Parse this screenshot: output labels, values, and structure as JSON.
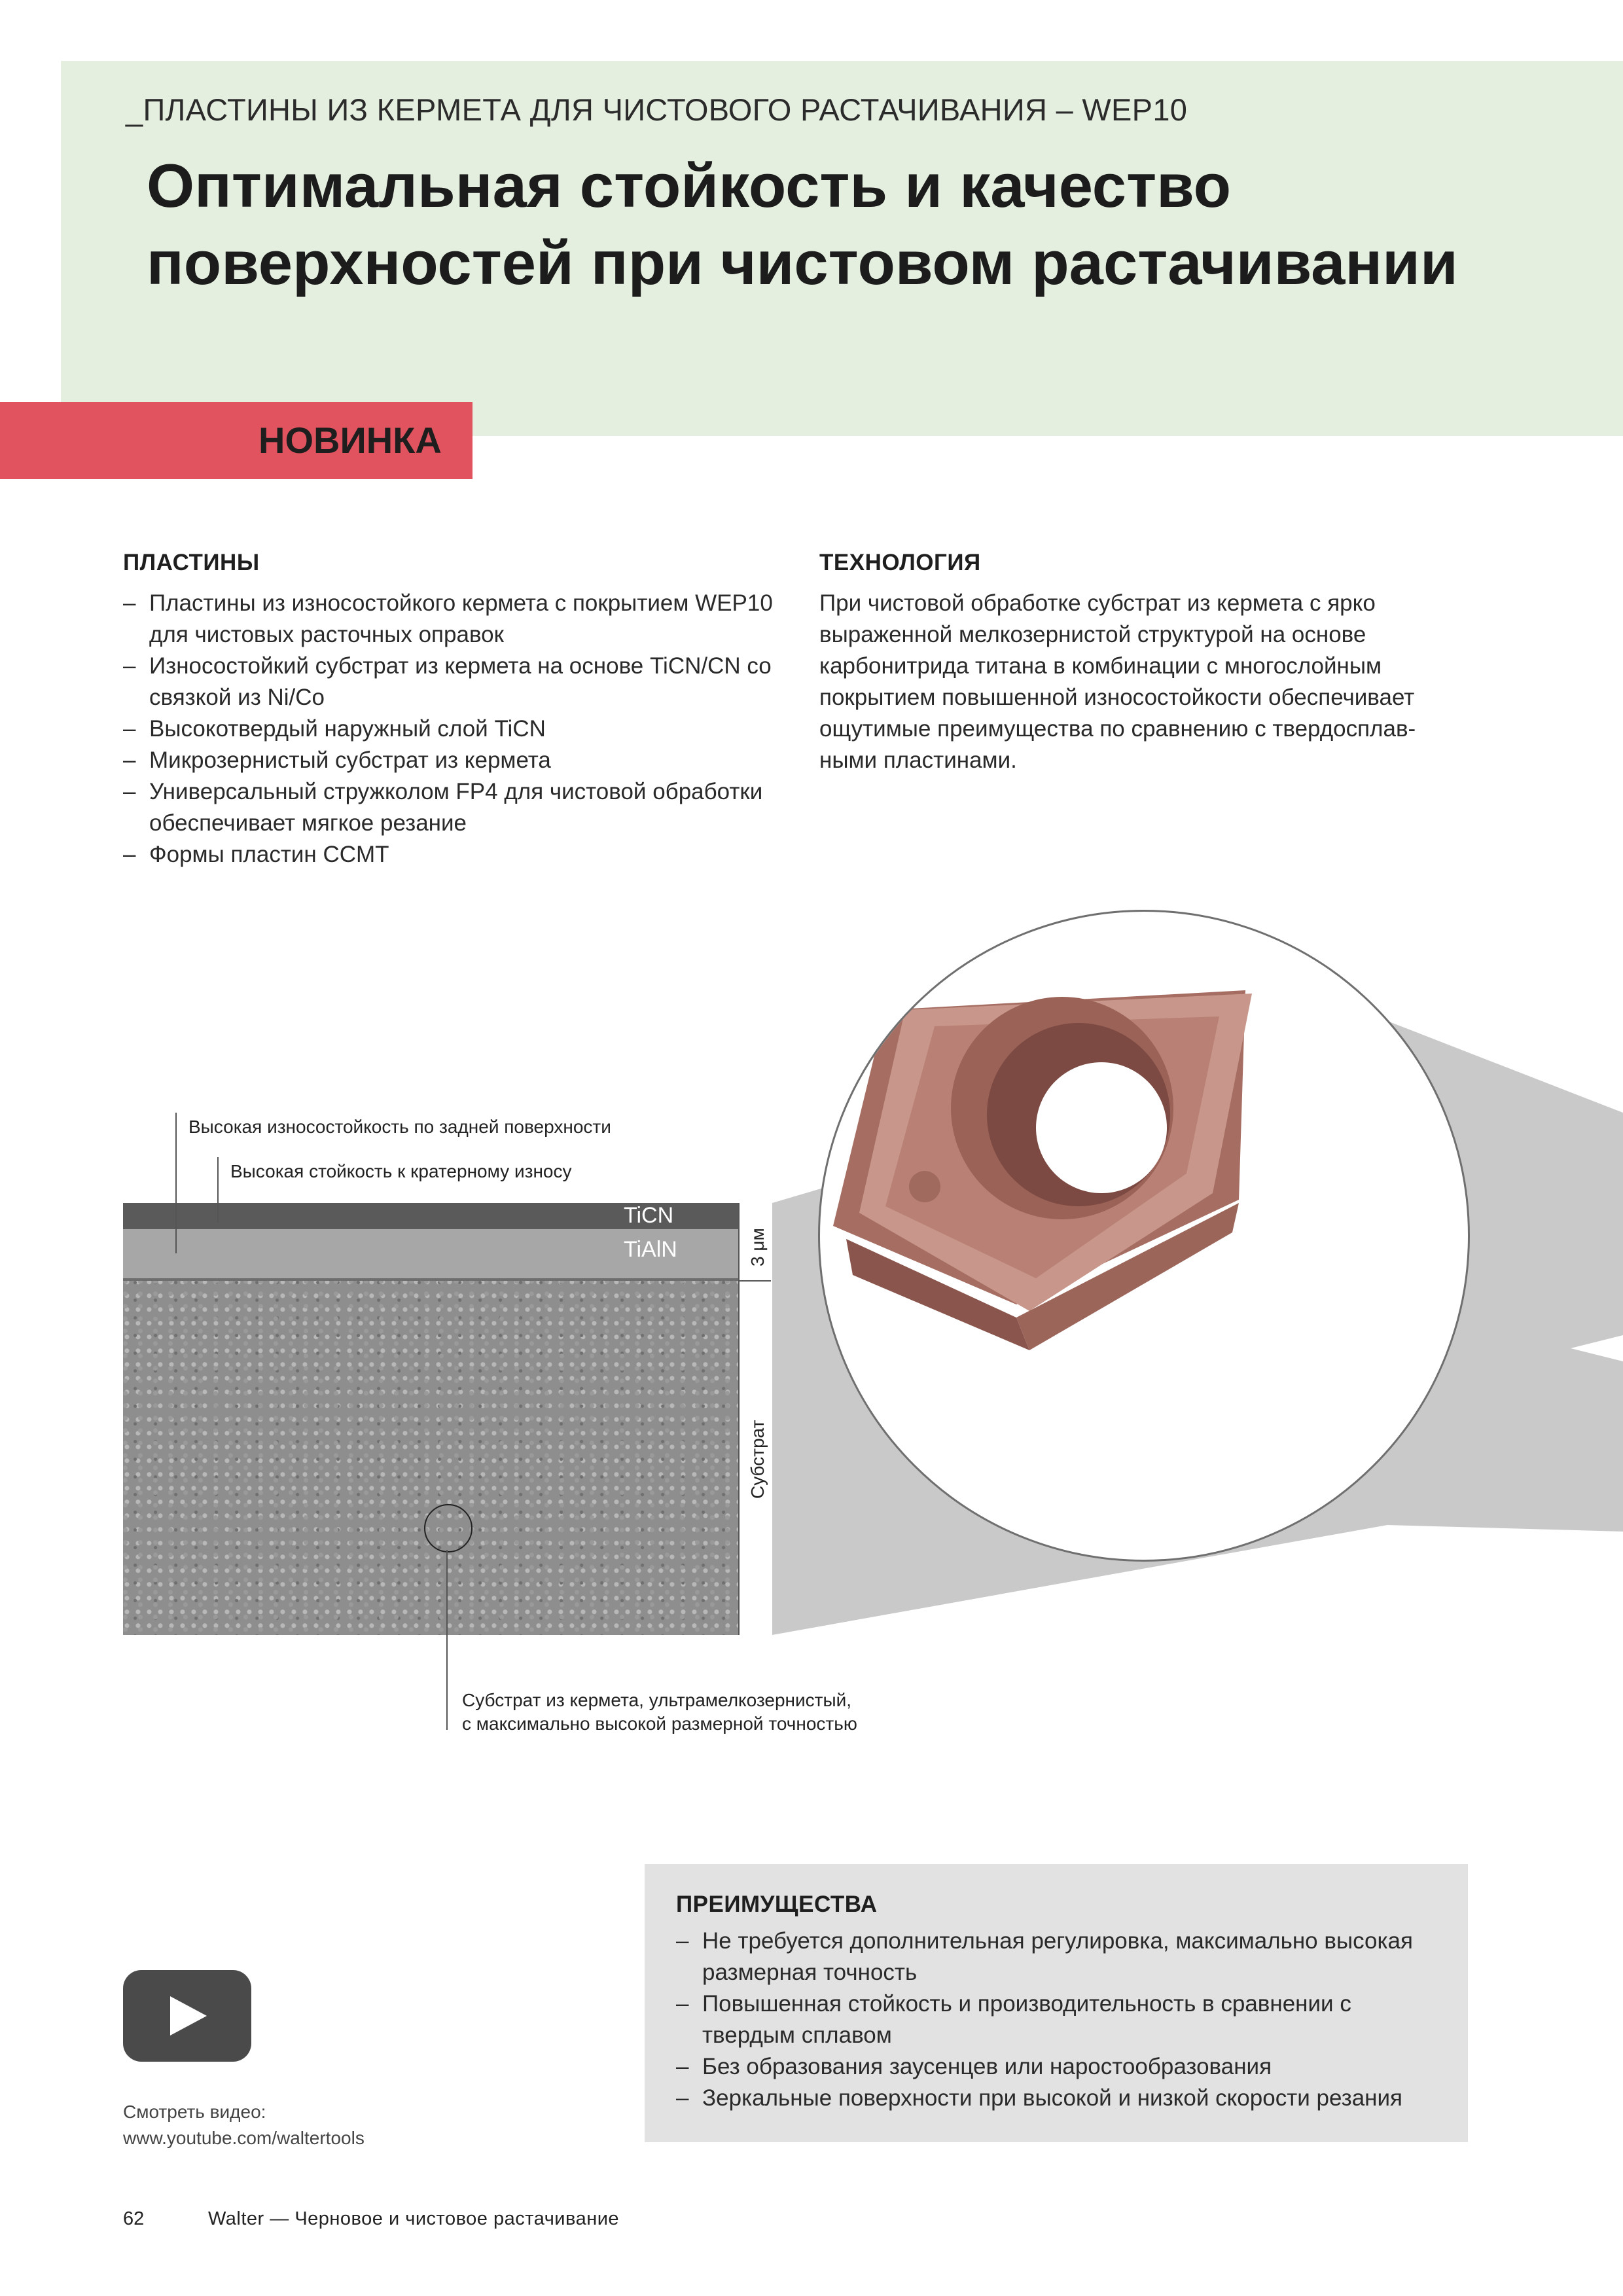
{
  "header": {
    "supertitle": "_ПЛАСТИНЫ ИЗ КЕРМЕТА ДЛЯ ЧИСТОВОГО РАСТАЧИВАНИЯ – WEP10",
    "title_line1": "Оптимальная стойкость и качество",
    "title_line2": "поверхностей при чистовом растачивании",
    "badge": "НОВИНКА"
  },
  "plates": {
    "heading": "ПЛАСТИНЫ",
    "items": [
      "Пластины из износостойкого кермета с покрытием WEP10 для чистовых расточных оправок",
      "Износостойкий субстрат из кермета на основе TiCN/CN со связкой из Ni/Co",
      "Высокотвердый наружный слой TiCN",
      "Микрозернистый субстрат из кермета",
      "Универсальный стружколом FP4 для чистовой обработки обеспечивает мягкое резание",
      "Формы пластин CCMT"
    ]
  },
  "technology": {
    "heading": "ТЕХНОЛОГИЯ",
    "text": "При чистовой обработке субстрат из кермета с ярко выраженной мелкозернистой структурой на основе карбонитрида титана в комбинации с многослойным покрытием повышенной износостойкости обеспечивает ощутимые преимущества по сравнению с твердосплав-ными пластинами."
  },
  "figure": {
    "callout_flank": "Высокая износостойкость по задней поверхности",
    "callout_crater": "Высокая стойкость к кратерному износу",
    "layer_ticn": "TiCN",
    "layer_tialn": "TiAlN",
    "scale_3um": "3 μм",
    "scale_substrate": "Субстрат",
    "callout_substrate_line1": "Субстрат из кермета, ультрамелкозернистый,",
    "callout_substrate_line2": "с максимально высокой размерной точностью"
  },
  "advantages": {
    "heading": "ПРЕИМУЩЕСТВА",
    "items": [
      "Не требуется дополнительная регулировка, максимально высокая размерная точность",
      "Повышенная стойкость и производительность в сравнении с твердым сплавом",
      "Без образования заусенцев или наростообразования",
      "Зеркальные поверхности при высокой и низкой скорости резания"
    ]
  },
  "video": {
    "label": "Смотреть видео:",
    "url": "www.youtube.com/waltertools"
  },
  "footer": {
    "page_number": "62",
    "text": "Walter — Черновое и чистовое растачивание"
  },
  "colors": {
    "header_bg": "#e4efdf",
    "badge_bg": "#e0535f",
    "advantages_bg": "#e2e2e2",
    "insert_color": "#b07a6e"
  }
}
